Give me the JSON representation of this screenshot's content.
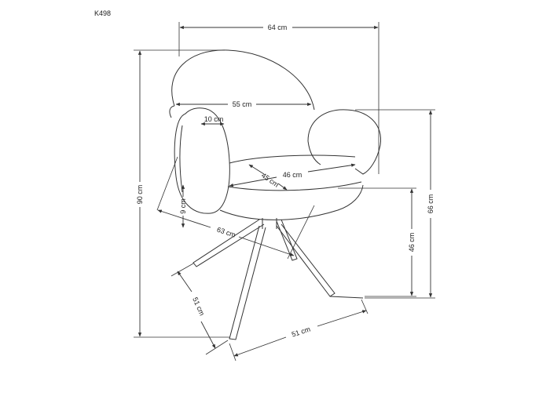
{
  "product": {
    "model": "K498"
  },
  "dimensions": {
    "overall_width": "64 cm",
    "backrest_width": "55 cm",
    "armrest_thickness": "10 cm",
    "seat_width": "46 cm",
    "seat_depth": "45 cm",
    "overall_height": "90 cm",
    "seat_thickness": "9 cm",
    "diagonal_depth": "63 cm",
    "seat_height": "46 cm",
    "armrest_height": "66 cm",
    "base_depth": "51 cm",
    "base_width": "51 cm"
  },
  "colors": {
    "line": "#333333",
    "background": "#ffffff"
  }
}
